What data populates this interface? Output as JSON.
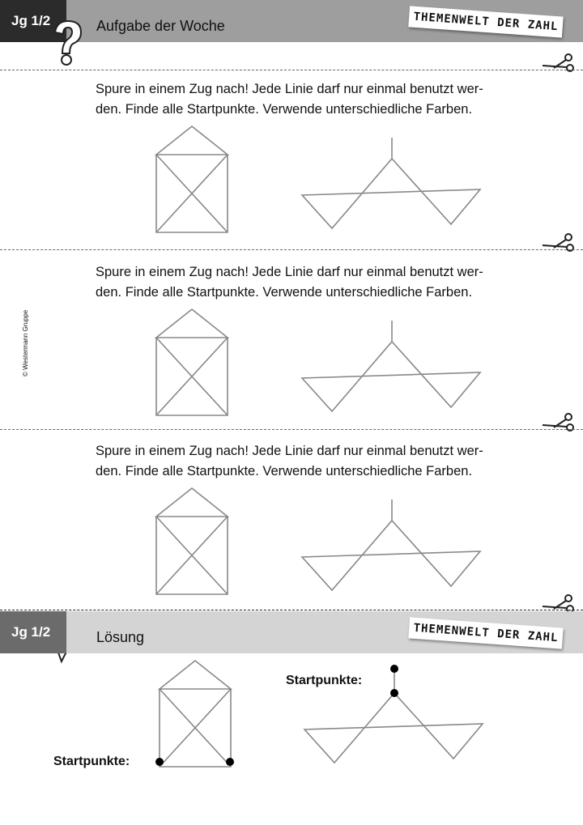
{
  "header": {
    "grade": "Jg 1/2",
    "title": "Aufgabe der Woche",
    "brand": "THEMENWELT DER ZAHL"
  },
  "tasks": [
    {
      "line1": "Spure in einem Zug nach! Jede Linie darf nur einmal benutzt wer-",
      "line2": "den. Finde alle Startpunkte. Verwende unterschiedliche Farben."
    },
    {
      "line1": "Spure in einem Zug nach! Jede Linie darf nur einmal benutzt wer-",
      "line2": "den. Finde alle Startpunkte. Verwende unterschiedliche Farben."
    },
    {
      "line1": "Spure in einem Zug nach! Jede Linie darf nur einmal benutzt wer-",
      "line2": "den. Finde alle Startpunkte. Verwende unterschiedliche Farben."
    }
  ],
  "copyright": "© Westermann Gruppe",
  "solution": {
    "grade": "Jg 1/2",
    "title": "Lösung",
    "brand": "THEMENWELT DER ZAHL",
    "label_left": "Startpunkte:",
    "label_right": "Startpunkte:"
  }
}
